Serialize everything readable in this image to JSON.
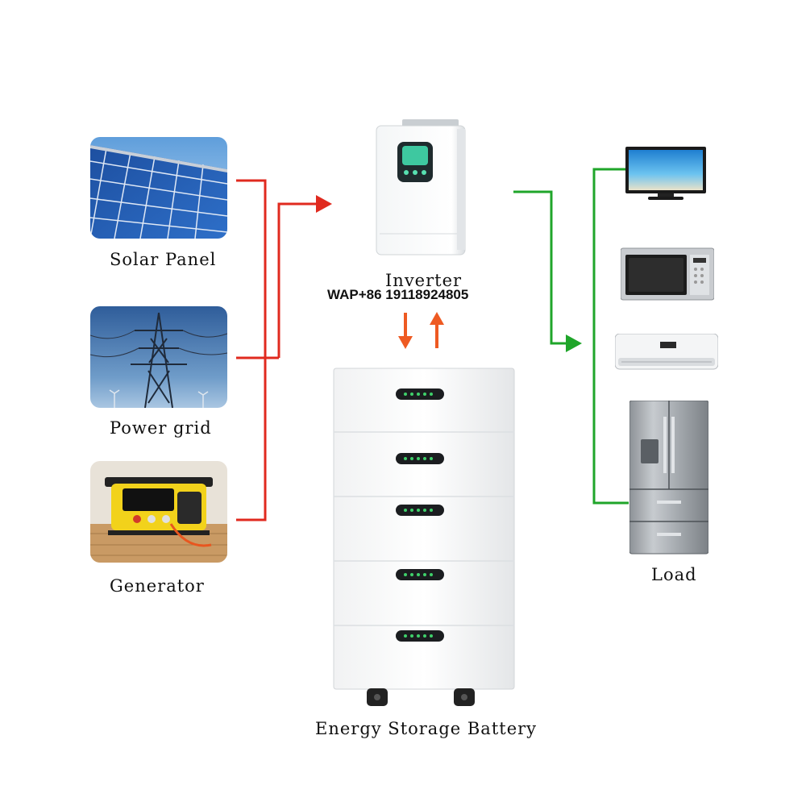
{
  "sources": [
    {
      "label": "Solar Panel",
      "icon": "solar-panel-icon"
    },
    {
      "label": "Power grid",
      "icon": "power-tower-icon"
    },
    {
      "label": "Generator",
      "icon": "generator-icon"
    }
  ],
  "inverter": {
    "label": "Inverter",
    "contact": "WAP+86 19118924805",
    "icon": "inverter-icon"
  },
  "battery": {
    "label": "Energy Storage Battery",
    "modules": 5,
    "icon": "battery-stack-icon"
  },
  "load": {
    "label": "Load",
    "devices": [
      "tv-icon",
      "microwave-icon",
      "air-conditioner-icon",
      "refrigerator-icon"
    ]
  },
  "colors": {
    "input_line": "#e02a1f",
    "output_line": "#1fa52a",
    "battery_arrow": "#ee5a22"
  }
}
